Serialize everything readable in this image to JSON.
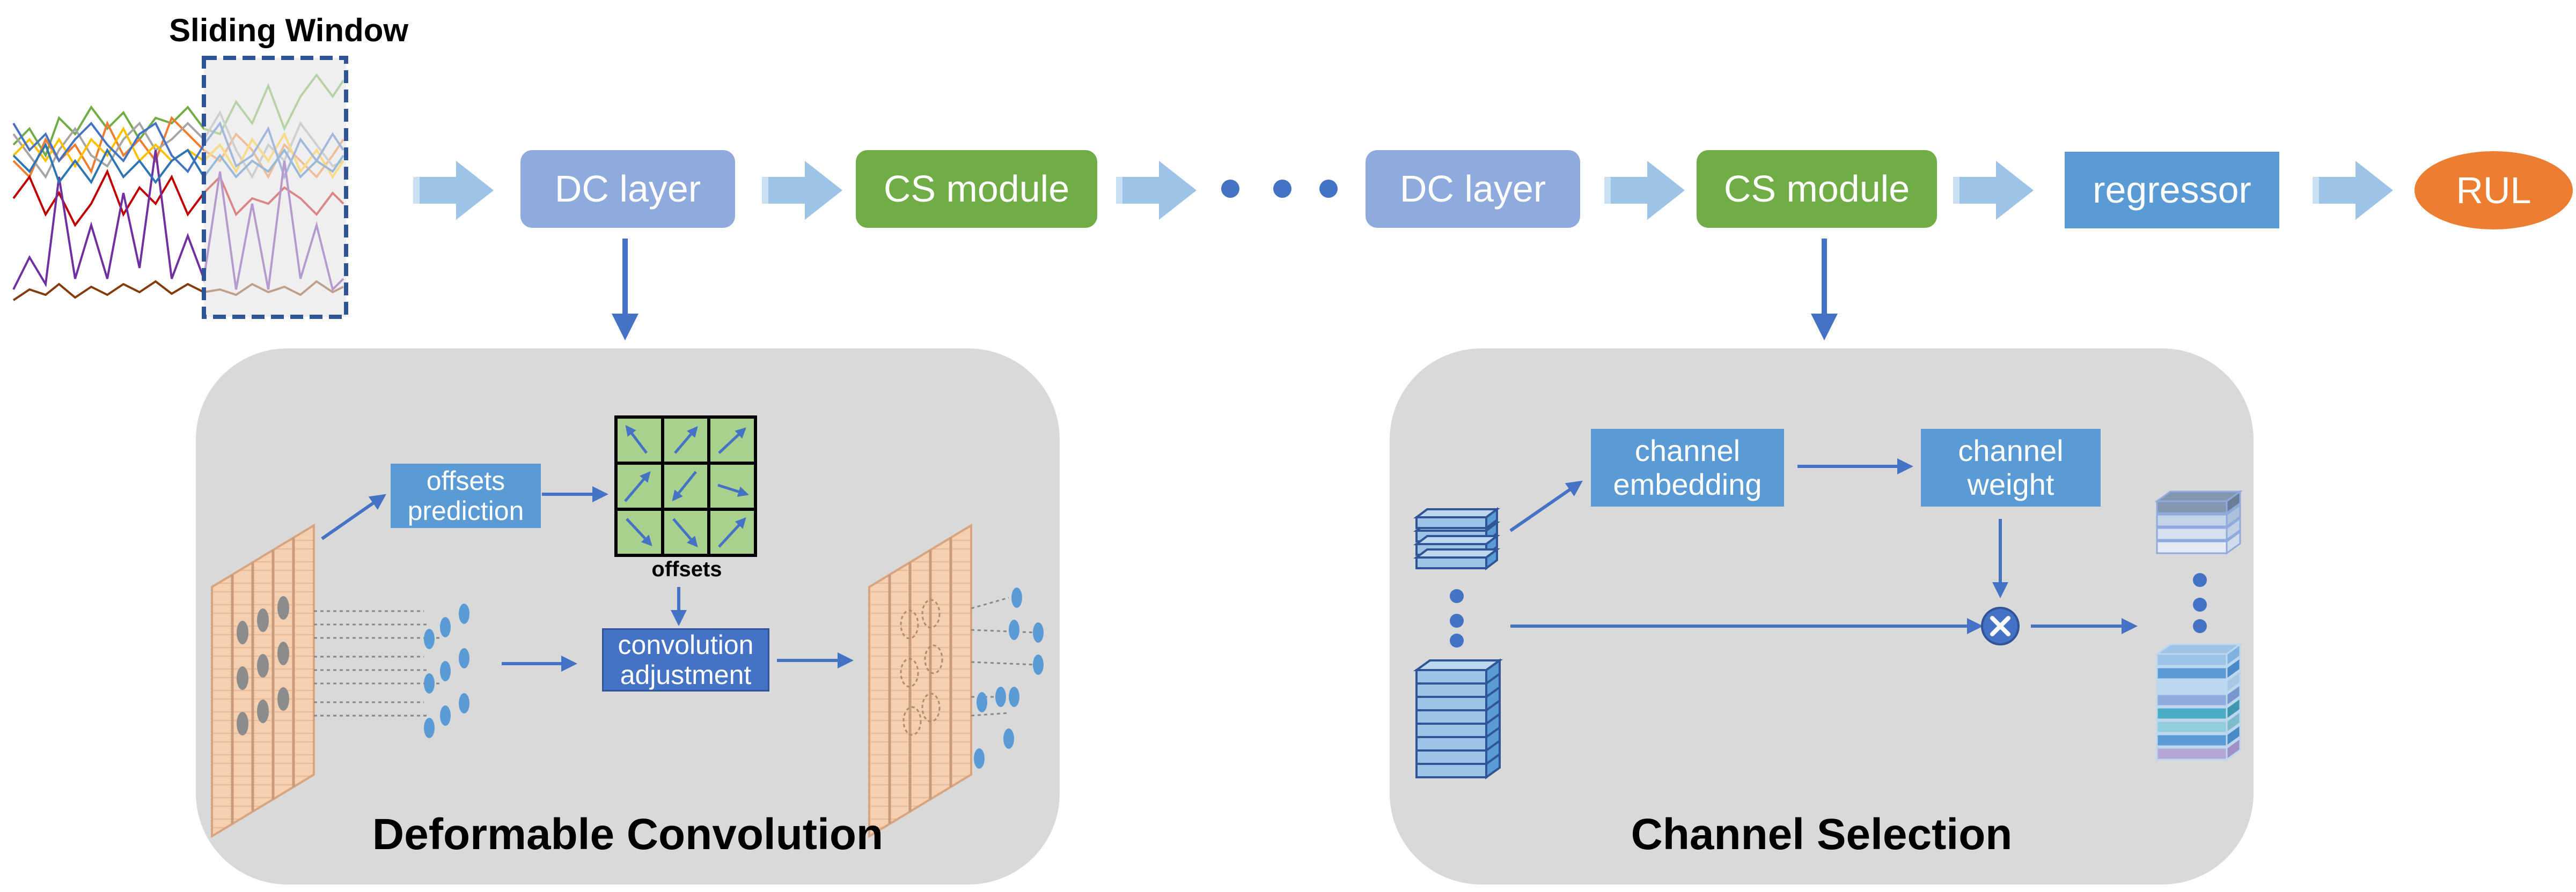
{
  "window_label": "Sliding Window",
  "pipeline": {
    "dc1": "DC layer",
    "cs1": "CS module",
    "dc2": "DC layer",
    "cs2": "CS module",
    "regressor": "regressor",
    "rul": "RUL"
  },
  "deformable": {
    "title": "Deformable Convolution",
    "offsets_prediction": "offsets prediction",
    "offsets_label": "offsets",
    "convolution_adjustment": "convolution adjustment"
  },
  "channel_selection": {
    "title": "Channel Selection",
    "channel_embedding": "channel embedding",
    "channel_weight": "channel weight"
  },
  "colors": {
    "dc_block": "#8faadc",
    "cs_block": "#70ad47",
    "regressor_block": "#5b9bd5",
    "rul_ellipse": "#ed7d31",
    "flow_arrow": "#9dc3e6",
    "connector_arrow": "#4472c4",
    "panel": "#d9d9d9",
    "window_border": "#2f5597"
  }
}
